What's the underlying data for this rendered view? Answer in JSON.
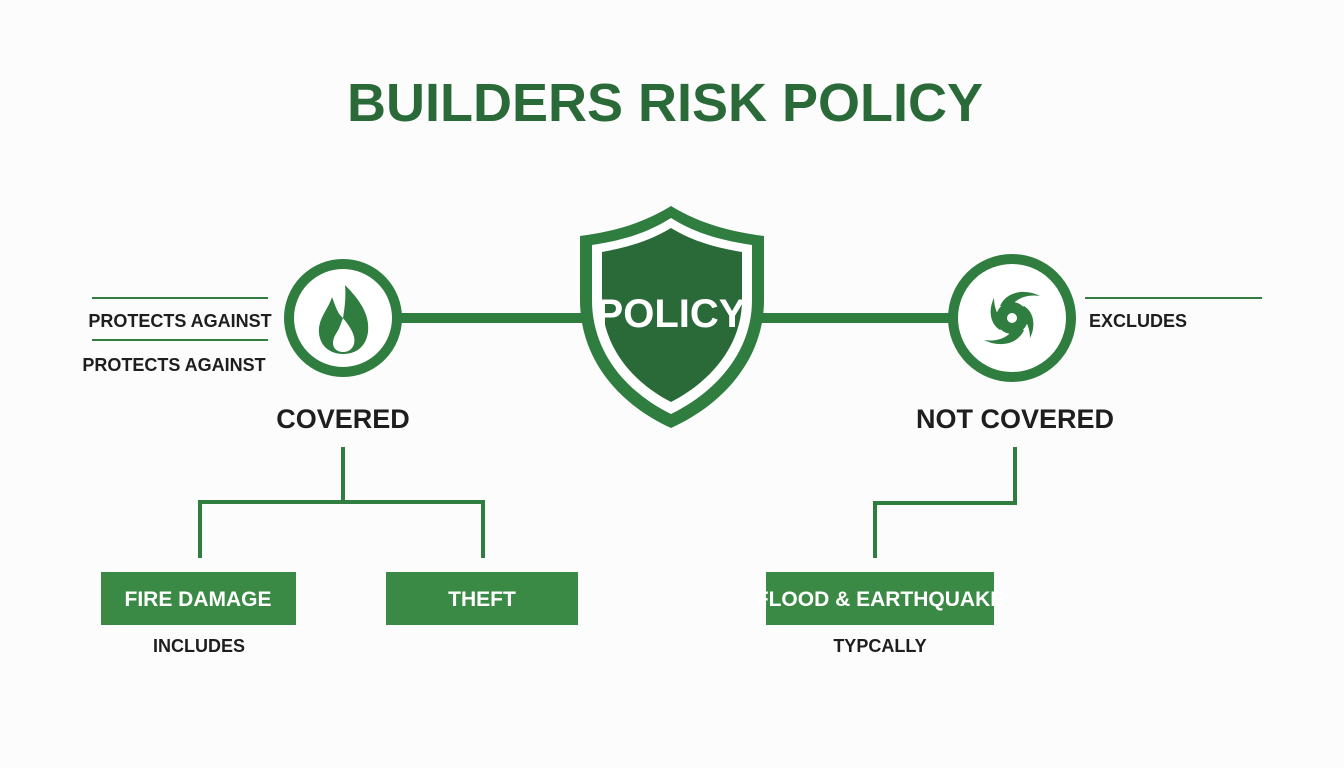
{
  "title": "BUILDERS RISK POLICY",
  "colors": {
    "green": "#2f7d3f",
    "dark_green": "#2a6a38",
    "text": "#1e1e1e",
    "background": "#fbfcfb"
  },
  "center": {
    "label": "POLICY",
    "icon": "shield-icon"
  },
  "left": {
    "icon": "fire-icon",
    "side_labels": [
      "PROTECTS AGAINST",
      "PROTECTS AGAINST"
    ],
    "heading": "COVERED",
    "items": [
      {
        "label": "FIRE DAMAGE",
        "caption": "INCLUDES"
      },
      {
        "label": "THEFT"
      }
    ]
  },
  "right": {
    "icon": "hurricane-icon",
    "side_label": "EXCLUDES",
    "heading": "NOT COVERED",
    "items": [
      {
        "label": "FLOOD & EARTHQUAKE",
        "caption": "TYPCALLY"
      }
    ]
  }
}
